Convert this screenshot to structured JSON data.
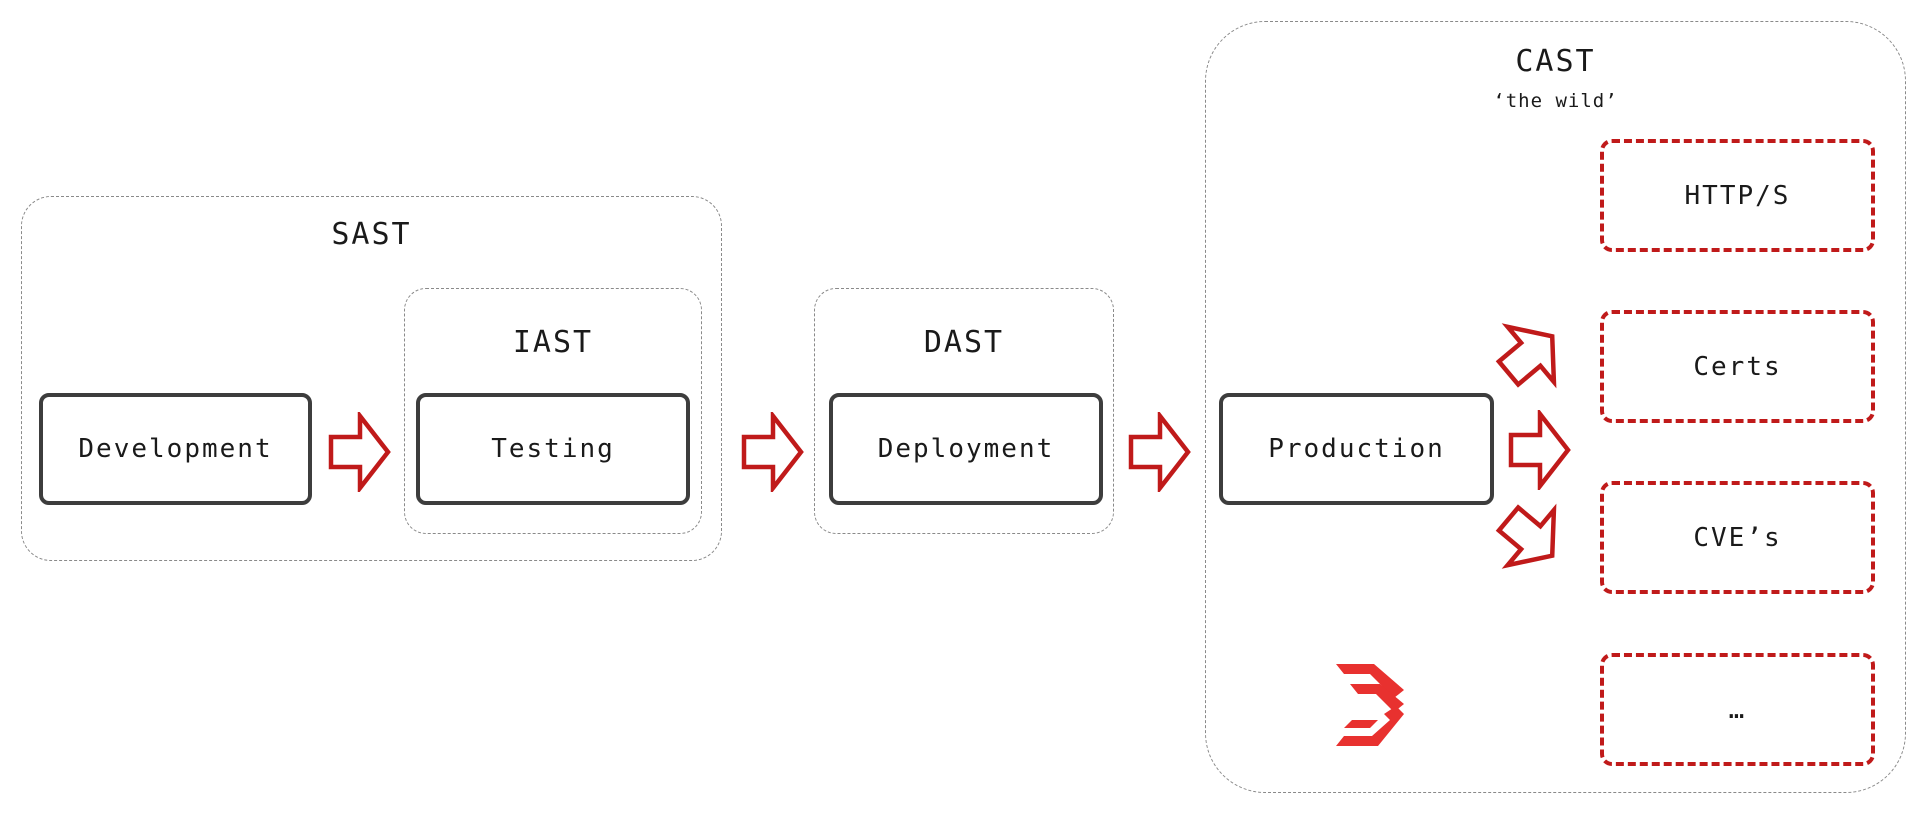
{
  "groups": {
    "sast": {
      "title": "SAST"
    },
    "iast": {
      "title": "IAST"
    },
    "dast": {
      "title": "DAST"
    },
    "cast": {
      "title": "CAST",
      "subtitle": "‘the wild’"
    }
  },
  "stages": {
    "development": "Development",
    "testing": "Testing",
    "deployment": "Deployment",
    "production": "Production"
  },
  "targets": {
    "https": "HTTP/S",
    "certs": "Certs",
    "cves": "CVE’s",
    "more": "…"
  },
  "colors": {
    "accent": "#c01a1a",
    "logo": "#e8312f",
    "stage_border": "#3d3d3d",
    "group_border": "#8a8a8a"
  },
  "icons": {
    "flow_arrow": "hollow-right-arrow",
    "logo": "chevron-stripes-logo"
  }
}
